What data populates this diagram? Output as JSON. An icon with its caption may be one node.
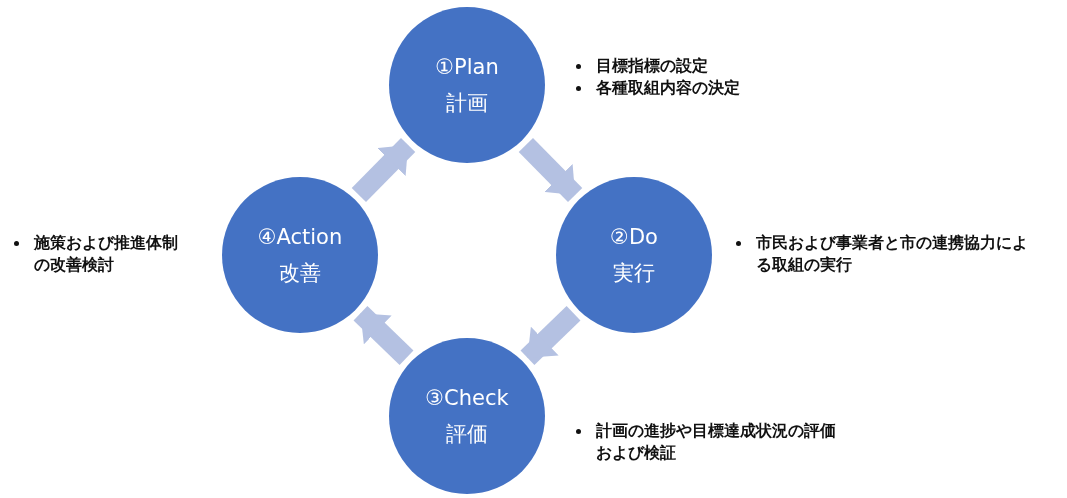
{
  "diagram": {
    "nodes": [
      {
        "text": [
          "①Plan",
          "計画"
        ],
        "beside": [
          "目標指標の設定",
          "各種取組内容の決定"
        ]
      },
      {
        "text": [
          "②Do",
          "実行"
        ],
        "beside": [
          "市民および事業者と市の連携協力による取組の実行"
        ]
      },
      {
        "text": [
          "③Check",
          "評価"
        ],
        "beside": [
          "計画の進捗や目標達成状況の評価および検証"
        ]
      },
      {
        "text": [
          "④Action",
          "改善"
        ],
        "beside": [
          "施策および推進体制の改善検討"
        ]
      }
    ],
    "edges": [
      {
        "from": 0,
        "to": 1,
        "arrow": "to"
      },
      {
        "from": 1,
        "to": 2,
        "arrow": "to"
      },
      {
        "from": 2,
        "to": 3,
        "arrow": "to"
      },
      {
        "from": 3,
        "to": 0,
        "arrow": "to"
      }
    ]
  }
}
